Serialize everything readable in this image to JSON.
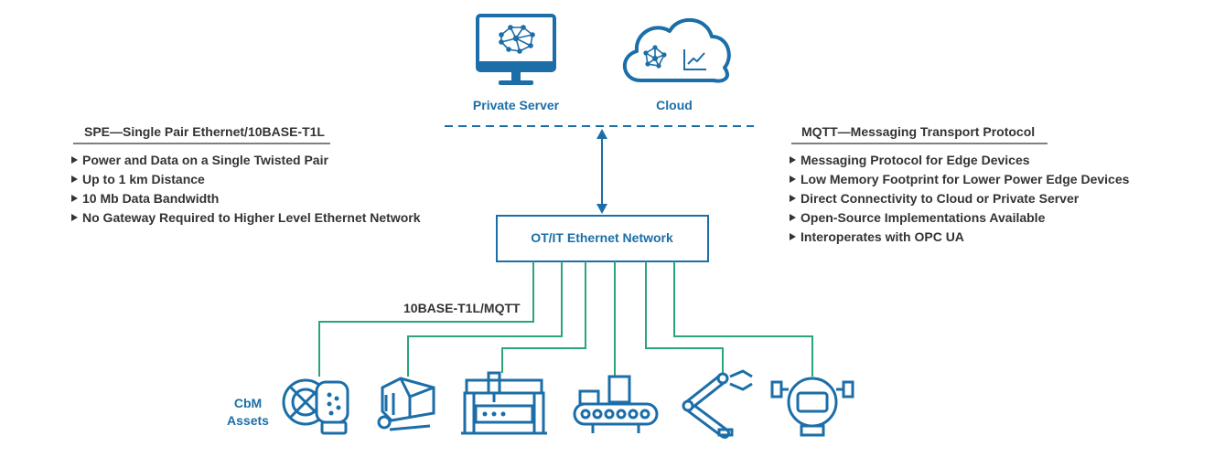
{
  "top": {
    "private_server_label": "Private Server",
    "cloud_label": "Cloud"
  },
  "left_panel": {
    "heading": "SPE—Single Pair Ethernet/10BASE-T1L",
    "bullets": [
      "Power and Data on a Single Twisted Pair",
      "Up to 1 km Distance",
      "10 Mb Data Bandwidth",
      "No Gateway Required to Higher Level Ethernet Network"
    ]
  },
  "right_panel": {
    "heading": "MQTT—Messaging Transport Protocol",
    "bullets": [
      "Messaging Protocol for Edge Devices",
      "Low Memory Footprint for Lower Power Edge Devices",
      "Direct Connectivity to Cloud or Private Server",
      "Open-Source Implementations Available",
      "Interoperates with OPC UA"
    ]
  },
  "network_box": {
    "label": "OT/IT Ethernet Network"
  },
  "link_label": "10BASE-T1L/MQTT",
  "assets_label": {
    "line1": "CbM",
    "line2": "Assets"
  },
  "colors": {
    "blue": "#1b6ea8",
    "green": "#2aa57a",
    "text": "#333333"
  },
  "asset_icons": [
    "motor-icon",
    "pump-icon",
    "cnc-machine-icon",
    "conveyor-icon",
    "robot-arm-icon",
    "transmitter-icon"
  ]
}
